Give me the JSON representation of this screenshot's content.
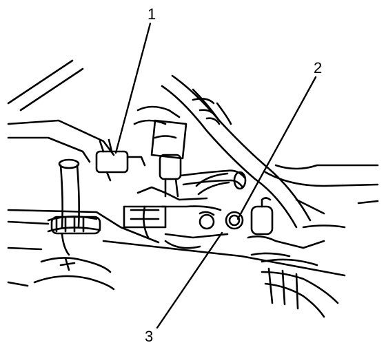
{
  "diagram": {
    "line_color": "#000000",
    "background": "#ffffff",
    "callouts": [
      {
        "id": "1",
        "label": "1"
      },
      {
        "id": "2",
        "label": "2"
      },
      {
        "id": "3",
        "label": "3"
      }
    ]
  }
}
